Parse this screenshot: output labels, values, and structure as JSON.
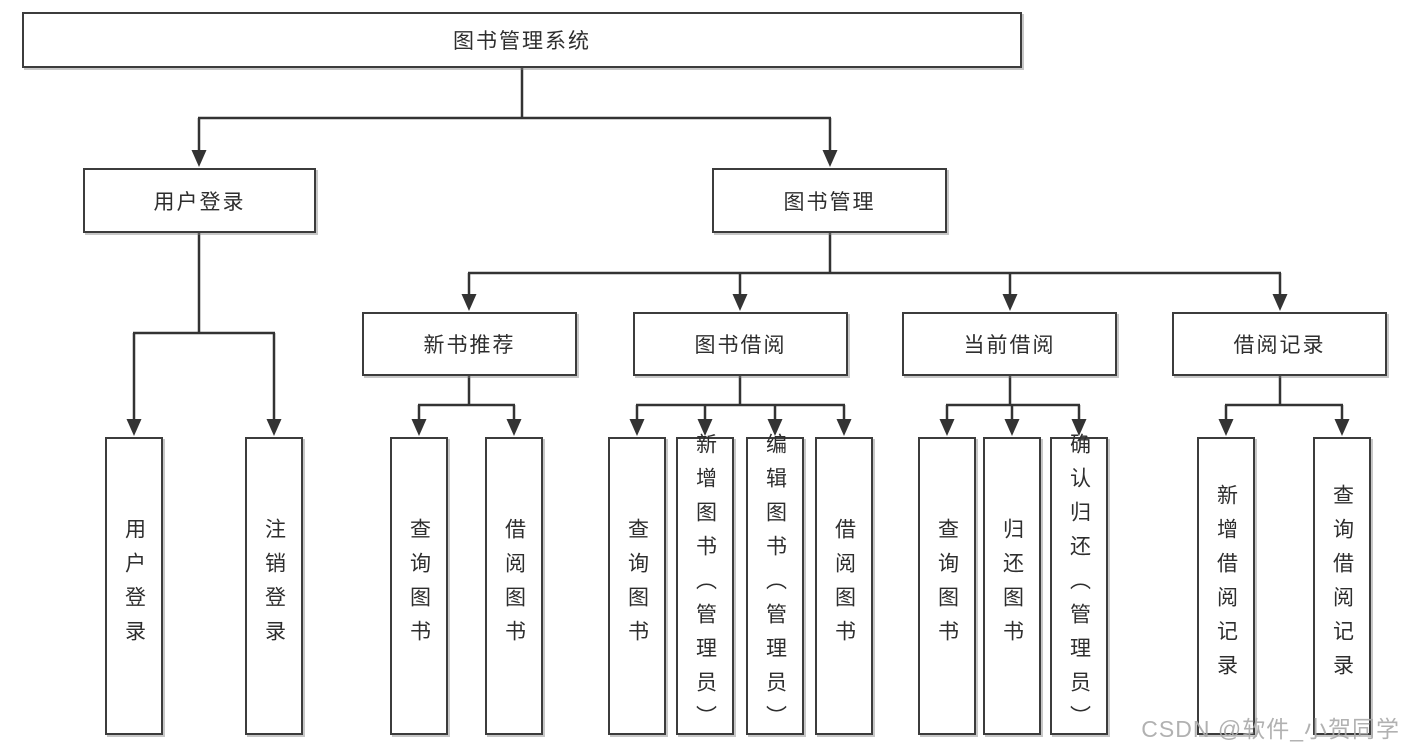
{
  "diagram": {
    "tree": {
      "label": "图书管理系统",
      "children": [
        {
          "label": "用户登录",
          "children": [
            {
              "label": "用户登录"
            },
            {
              "label": "注销登录"
            }
          ]
        },
        {
          "label": "图书管理",
          "children": [
            {
              "label": "新书推荐",
              "children": [
                {
                  "label": "查询图书"
                },
                {
                  "label": "借阅图书"
                }
              ]
            },
            {
              "label": "图书借阅",
              "children": [
                {
                  "label": "查询图书"
                },
                {
                  "label": "新增图书（管理员）"
                },
                {
                  "label": "编辑图书（管理员）"
                },
                {
                  "label": "借阅图书"
                }
              ]
            },
            {
              "label": "当前借阅",
              "children": [
                {
                  "label": "查询图书"
                },
                {
                  "label": "归还图书"
                },
                {
                  "label": "确认归还（管理员）"
                }
              ]
            },
            {
              "label": "借阅记录",
              "children": [
                {
                  "label": "新增借阅记录"
                },
                {
                  "label": "查询借阅记录"
                }
              ]
            }
          ]
        }
      ]
    },
    "watermark": "CSDN @软件_小贺同学",
    "colors": {
      "line": "#333333",
      "box_border": "#3c3c3c",
      "text": "#2e2e2e",
      "background": "#ffffff",
      "watermark": "#ababab"
    }
  }
}
